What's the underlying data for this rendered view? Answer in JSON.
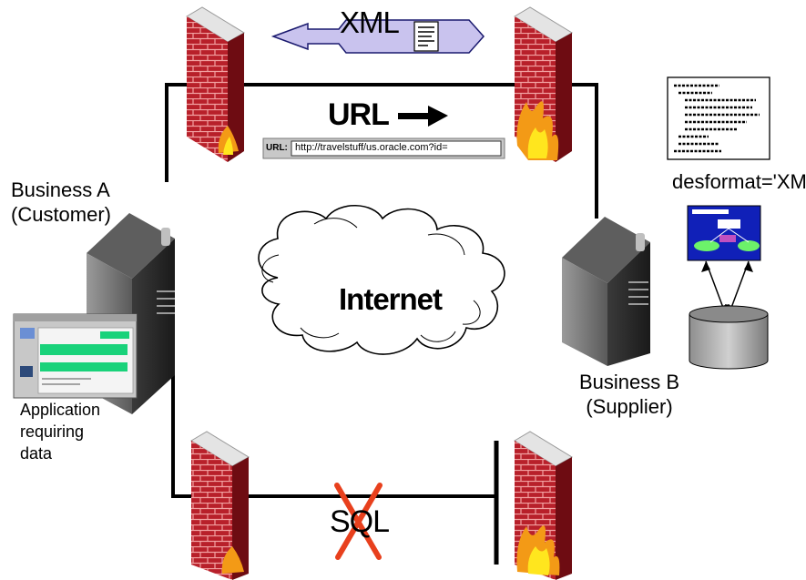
{
  "labels": {
    "business_a_line1": "Business A",
    "business_a_line2": "(Customer)",
    "business_b_line1": "Business B",
    "business_b_line2": "(Supplier)",
    "application_line1": "Application",
    "application_line2": "requiring",
    "application_line3": "data",
    "internet": "Internet",
    "url": "URL",
    "xml": "XML",
    "sql": "SQL",
    "desformat": "desformat='XML'",
    "url_bar_label": "URL:",
    "url_bar_value": "http://travelstuff/us.oracle.com?id="
  },
  "colors": {
    "brick_red": "#b8202a",
    "mortar": "#f4a0a0",
    "flame_orange": "#f39a16",
    "flame_yellow": "#ffe61e",
    "server_gray": "#7c7c7c",
    "cloud_stroke": "#000000",
    "xml_arrow_fill": "#c9c3ee",
    "blocked_x": "#e8401d",
    "reports_blue": "#1020b8",
    "database_gray": "#a8a8a8"
  }
}
